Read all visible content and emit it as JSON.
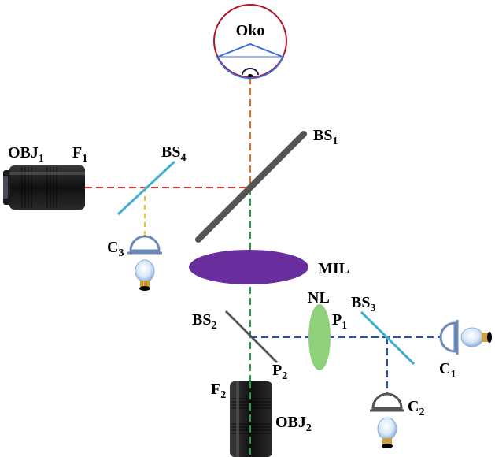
{
  "labels": {
    "oko": "Oko",
    "bs1": {
      "main": "BS",
      "sub": "1"
    },
    "bs2": {
      "main": "BS",
      "sub": "2"
    },
    "bs3": {
      "main": "BS",
      "sub": "3"
    },
    "bs4": {
      "main": "BS",
      "sub": "4"
    },
    "obj1": {
      "main": "OBJ",
      "sub": "1"
    },
    "obj2": {
      "main": "OBJ",
      "sub": "2"
    },
    "f1": {
      "main": "F",
      "sub": "1"
    },
    "f2": {
      "main": "F",
      "sub": "2"
    },
    "c1": {
      "main": "C",
      "sub": "1"
    },
    "c2": {
      "main": "C",
      "sub": "2"
    },
    "c3": {
      "main": "C",
      "sub": "3"
    },
    "p1": {
      "main": "P",
      "sub": "1"
    },
    "p2": {
      "main": "P",
      "sub": "2"
    },
    "mil": "MIL",
    "nl": "NL"
  },
  "colors": {
    "eye_outline": "#b0142b",
    "eye_inner": "#3a6fd8",
    "path_eye": "#e07020",
    "path_obj1": "#e03030",
    "path_obj2": "#20a040",
    "path_c1c2": "#2050c0",
    "path_c3": "#f0c020",
    "beam_splitter_dark": "#555555",
    "beam_splitter_cyan": "#40b0d0",
    "lens_mil": "#6a2d9e",
    "lens_nl": "#8fd07a",
    "condenser": "#6a8ab8"
  }
}
